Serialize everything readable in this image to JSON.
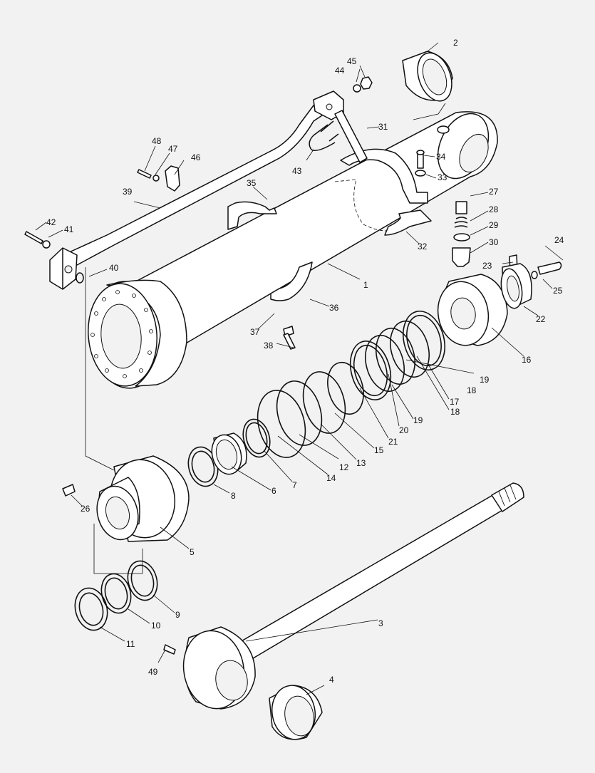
{
  "diagram": {
    "type": "exploded parts diagram",
    "background": "#f2f2f2",
    "callouts": [
      "1",
      "2",
      "3",
      "4",
      "5",
      "6",
      "7",
      "8",
      "9",
      "10",
      "11",
      "12",
      "13",
      "14",
      "15",
      "16",
      "17",
      "18",
      "18",
      "19",
      "19",
      "20",
      "21",
      "22",
      "23",
      "24",
      "25",
      "26",
      "27",
      "28",
      "29",
      "30",
      "31",
      "32",
      "33",
      "34",
      "35",
      "36",
      "37",
      "38",
      "39",
      "40",
      "41",
      "42",
      "43",
      "44",
      "45",
      "46",
      "47",
      "48",
      "49"
    ]
  }
}
